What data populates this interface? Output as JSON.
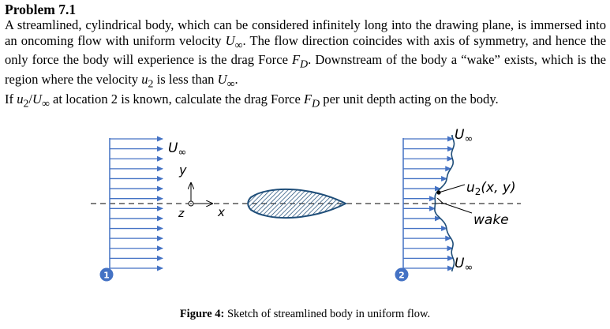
{
  "problem": {
    "title": "Problem 7.1",
    "paragraph1_parts": [
      "A streamlined, cylindrical body, which can be considered infinitely long into the drawing plane, is immersed into an oncoming flow with uniform velocity ",
      "U",
      "∞",
      ". The flow direction coincides with axis of symmetry, and hence the only force the body will experience is the drag Force ",
      "F",
      "D",
      ". Downstream of the body a “wake” exists, which is the region where the velocity ",
      "u",
      "2",
      " is less than ",
      "U",
      "∞",
      "."
    ],
    "paragraph2_parts": [
      "If ",
      "u",
      "2",
      "/",
      "U",
      "∞",
      " at location 2 is known, calculate the drag Force ",
      "F",
      "D",
      " per unit depth acting on the body."
    ]
  },
  "figure": {
    "label_U": "U",
    "label_inf": "∞",
    "label_y": "y",
    "label_z": "z",
    "label_x": "x",
    "label_u2": "u",
    "label_u2_sub": "2",
    "label_u2_args": "(x, y)",
    "label_wake": "wake",
    "station1": "1",
    "station2": "2",
    "colors": {
      "arrow": "#4472c4",
      "body_hatch": "#1f4e79",
      "station_circle": "#4472c4"
    }
  },
  "caption": {
    "label": "Figure 4:",
    "text": " Sketch of streamlined body in uniform flow."
  }
}
